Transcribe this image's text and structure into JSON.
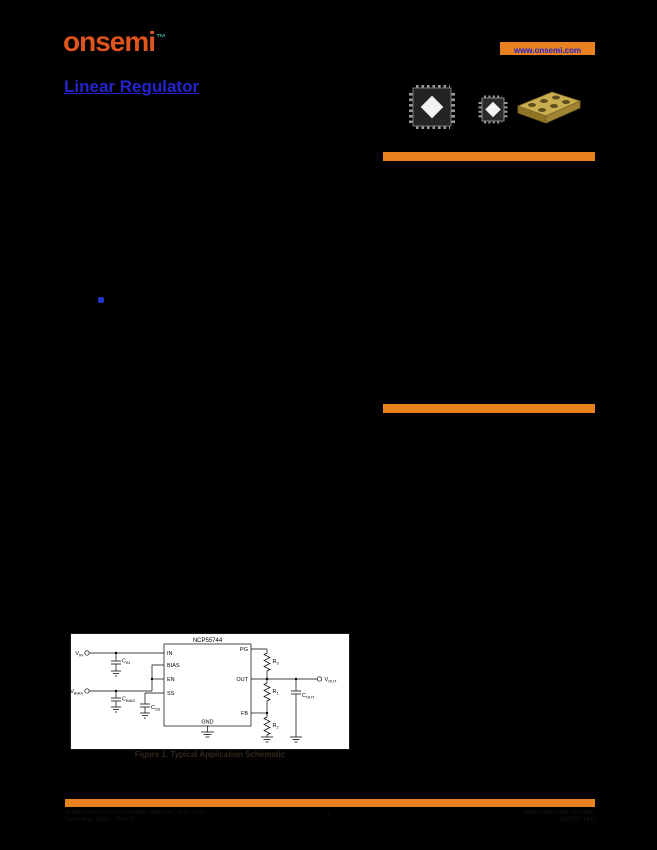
{
  "colors": {
    "background": "#000000",
    "accent_orange": "#e8821e",
    "logo_orange": "#e0551e",
    "logo_teal": "#2fa08c",
    "link_blue": "#2424cf"
  },
  "header": {
    "logo_text": "onsemi",
    "trademark_symbol": "™",
    "website": "www.onsemi.com"
  },
  "title": "Linear Regulator",
  "figure": {
    "ic_name": "NCP55744",
    "pins": {
      "left": [
        "IN",
        "BIAS",
        "EN",
        "SS"
      ],
      "right": [
        "PG",
        "OUT",
        "FB"
      ],
      "bottom": "GND"
    },
    "components": {
      "vin": {
        "main": "V",
        "sub": "IN"
      },
      "cin": {
        "main": "C",
        "sub": "IN"
      },
      "vbias": {
        "main": "V",
        "sub": "BIAS"
      },
      "cbias": {
        "main": "C",
        "sub": "BIAS"
      },
      "css": {
        "main": "C",
        "sub": "SS"
      },
      "r3": {
        "main": "R",
        "sub": "3"
      },
      "r1": {
        "main": "R",
        "sub": "1"
      },
      "r2": {
        "main": "R",
        "sub": "2"
      },
      "cout": {
        "main": "C",
        "sub": "OUT"
      },
      "vout": {
        "main": "V",
        "sub": "OUT"
      }
    },
    "caption": "Figure 1. Typical Application Schematic"
  },
  "footer": {
    "copyright": "© Semiconductor Components Industries, LLC, 2021",
    "date_rev": "December, 2021 − Rev. 0",
    "page_number": "1",
    "pub_label": "Publication Order Number:",
    "pub_number": "NCP55744/D"
  }
}
